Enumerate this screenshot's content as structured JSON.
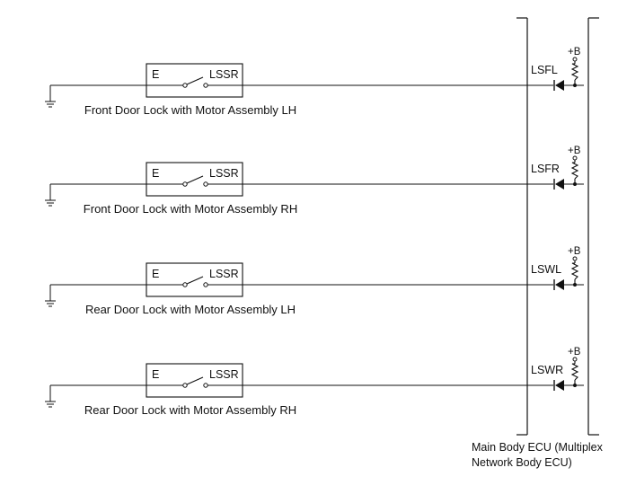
{
  "switch_labels": {
    "ground_terminal": "E",
    "switch_terminal": "LSSR"
  },
  "supply_label": "+B",
  "ecu": {
    "name": "Main Body ECU (Multiplex\nNetwork Body ECU)"
  },
  "circuits": [
    {
      "component": "Front Door Lock with Motor Assembly LH",
      "ecu_pin": "LSFL"
    },
    {
      "component": "Front Door Lock with Motor Assembly RH",
      "ecu_pin": "LSFR"
    },
    {
      "component": "Rear Door Lock with Motor Assembly LH",
      "ecu_pin": "LSWL"
    },
    {
      "component": "Rear Door Lock with Motor Assembly RH",
      "ecu_pin": "LSWR"
    }
  ]
}
